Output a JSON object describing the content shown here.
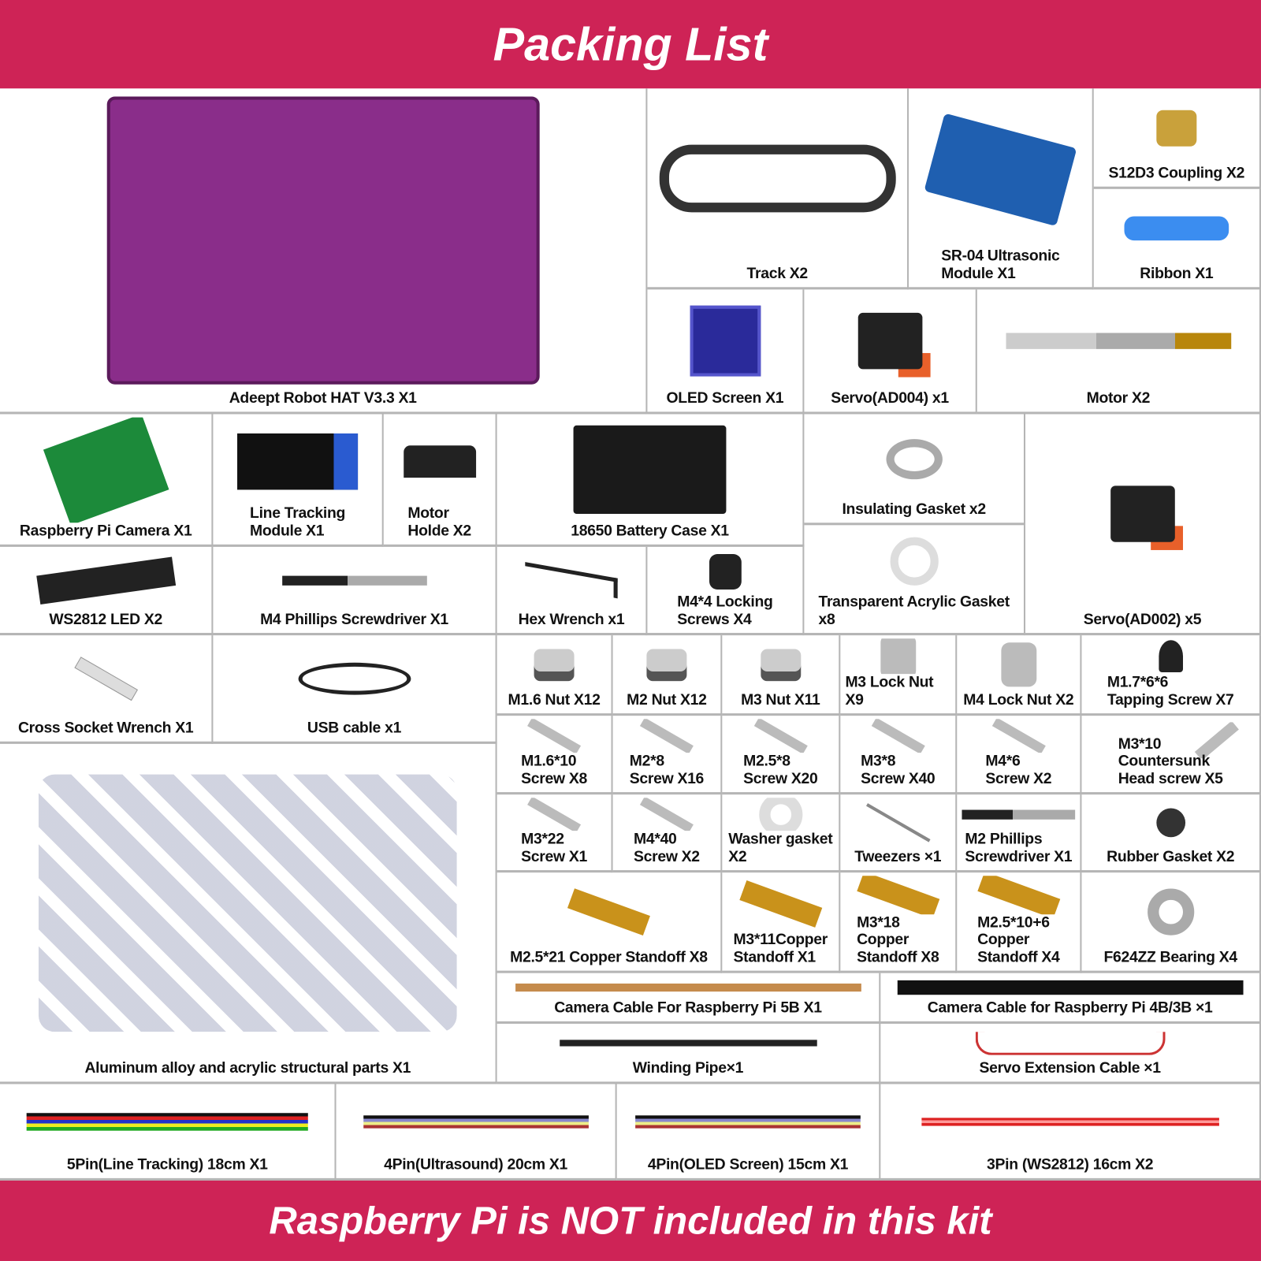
{
  "header": {
    "title": "Packing List"
  },
  "footer": {
    "notice": "Raspberry Pi is NOT included in this kit"
  },
  "colors": {
    "banner": "#CE2356",
    "grid": "#b5b5b5"
  },
  "items": [
    {
      "label": "Adeept Robot HAT V3.3 X1",
      "icon": "robot-hat-board"
    },
    {
      "label": "Track  X2",
      "icon": "track"
    },
    {
      "label": "SR-04 Ultrasonic\nModule X1",
      "icon": "ultrasonic-sensor"
    },
    {
      "label": "S12D3 Coupling X2",
      "icon": "coupling"
    },
    {
      "label": "Ribbon X1",
      "icon": "ribbon"
    },
    {
      "label": "OLED Screen X1",
      "icon": "oled-screen"
    },
    {
      "label": "Servo(AD004) x1",
      "icon": "servo"
    },
    {
      "label": "Motor X2",
      "icon": "motor"
    },
    {
      "label": "Raspberry Pi Camera X1",
      "icon": "camera-module"
    },
    {
      "label": "Line Tracking\nModule X1",
      "icon": "line-tracking-module"
    },
    {
      "label": "Motor\nHolde  X2",
      "icon": "motor-holder"
    },
    {
      "label": "18650 Battery Case X1",
      "icon": "battery-case"
    },
    {
      "label": "Insulating Gasket x2",
      "icon": "gasket"
    },
    {
      "label": "Transparent Acrylic Gasket\nx8",
      "icon": "acrylic-gasket"
    },
    {
      "label": "Servo(AD002) x5",
      "icon": "servo"
    },
    {
      "label": "WS2812 LED  X2",
      "icon": "led-board"
    },
    {
      "label": "M4 Phillips Screwdriver X1",
      "icon": "screwdriver"
    },
    {
      "label": "Hex Wrench  x1",
      "icon": "hex-wrench"
    },
    {
      "label": "M4*4 Locking\nScrews X4",
      "icon": "set-screw"
    },
    {
      "label": "Cross Socket Wrench X1",
      "icon": "cross-wrench"
    },
    {
      "label": "USB cable x1",
      "icon": "usb-cable"
    },
    {
      "label": "M1.6 Nut X12",
      "icon": "nut"
    },
    {
      "label": "M2 Nut  X12",
      "icon": "nut"
    },
    {
      "label": "M3 Nut  X11",
      "icon": "nut"
    },
    {
      "label": "M3 Lock Nut X9",
      "icon": "lock-nut"
    },
    {
      "label": "M4 Lock Nut X2",
      "icon": "lock-nut"
    },
    {
      "label": "M1.7*6*6\nTapping Screw X7",
      "icon": "tapping-screw"
    },
    {
      "label": "M1.6*10\nScrew X8",
      "icon": "screw"
    },
    {
      "label": "M2*8\nScrew X16",
      "icon": "screw"
    },
    {
      "label": "M2.5*8\nScrew X20",
      "icon": "screw"
    },
    {
      "label": "M3*8\nScrew X40",
      "icon": "screw"
    },
    {
      "label": "M4*6\nScrew X2",
      "icon": "screw"
    },
    {
      "label": "M3*10\nCountersunk\nHead screw X5",
      "icon": "countersunk-screw"
    },
    {
      "label": "M3*22\nScrew X1",
      "icon": "screw"
    },
    {
      "label": "M4*40\nScrew X2",
      "icon": "screw"
    },
    {
      "label": "Washer gasket\nX2",
      "icon": "washer"
    },
    {
      "label": "Tweezers ×1",
      "icon": "tweezers"
    },
    {
      "label": "M2 Phillips\nScrewdriver X1",
      "icon": "screwdriver"
    },
    {
      "label": "Rubber Gasket X2",
      "icon": "rubber-gasket"
    },
    {
      "label": "Aluminum alloy and acrylic structural parts X1",
      "icon": "structural-parts"
    },
    {
      "label": "M2.5*21 Copper Standoff X8",
      "icon": "standoff"
    },
    {
      "label": "M3*11Copper\nStandoff X1",
      "icon": "standoff"
    },
    {
      "label": "M3*18\nCopper\nStandoff X8",
      "icon": "standoff"
    },
    {
      "label": "M2.5*10+6\nCopper\nStandoff X4",
      "icon": "standoff"
    },
    {
      "label": "F624ZZ Bearing X4",
      "icon": "bearing"
    },
    {
      "label": "Camera Cable For Raspberry Pi 5B X1",
      "icon": "flex-cable"
    },
    {
      "label": "Camera Cable for Raspberry Pi 4B/3B ×1",
      "icon": "flex-cable-black"
    },
    {
      "label": "Winding Pipe×1",
      "icon": "winding-pipe"
    },
    {
      "label": "Servo Extension Cable ×1",
      "icon": "servo-extension-cable"
    },
    {
      "label": "5Pin(Line Tracking) 18cm X1",
      "icon": "wire-5pin"
    },
    {
      "label": "4Pin(Ultrasound) 20cm X1",
      "icon": "wire-4pin"
    },
    {
      "label": "4Pin(OLED Screen) 15cm X1",
      "icon": "wire-4pin"
    },
    {
      "label": "3Pin (WS2812) 16cm X2",
      "icon": "wire-3pin"
    }
  ]
}
